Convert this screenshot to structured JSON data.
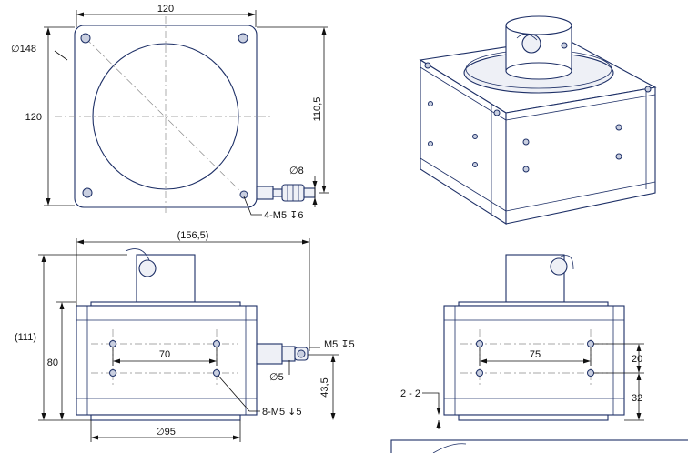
{
  "colors": {
    "outline": "#1d2f66",
    "part_fill": "#eef0f6",
    "hole_fill": "#c9cfe0",
    "dimension": "#111111",
    "centerline": "#8a8a8a",
    "background": "#ffffff"
  },
  "top_view": {
    "width": "120",
    "height": "120",
    "diagonal": "∅148",
    "depth": "110,5",
    "cable_dia": "∅8",
    "holes": "4-M5 ↧6"
  },
  "front_view": {
    "overall_length": "(156,5)",
    "overall_height": "(111)",
    "body_height": "80",
    "hole_spacing": "70",
    "connector_thread": "M5 ↧5",
    "connector_dia": "∅5",
    "connector_height": "43,5",
    "holes": "8-M5 ↧5",
    "base_dia": "∅95"
  },
  "side_view": {
    "hole_spacing": "75",
    "hole_row_gap": "20",
    "hole_row_height": "32",
    "gap": "2 - 2"
  }
}
